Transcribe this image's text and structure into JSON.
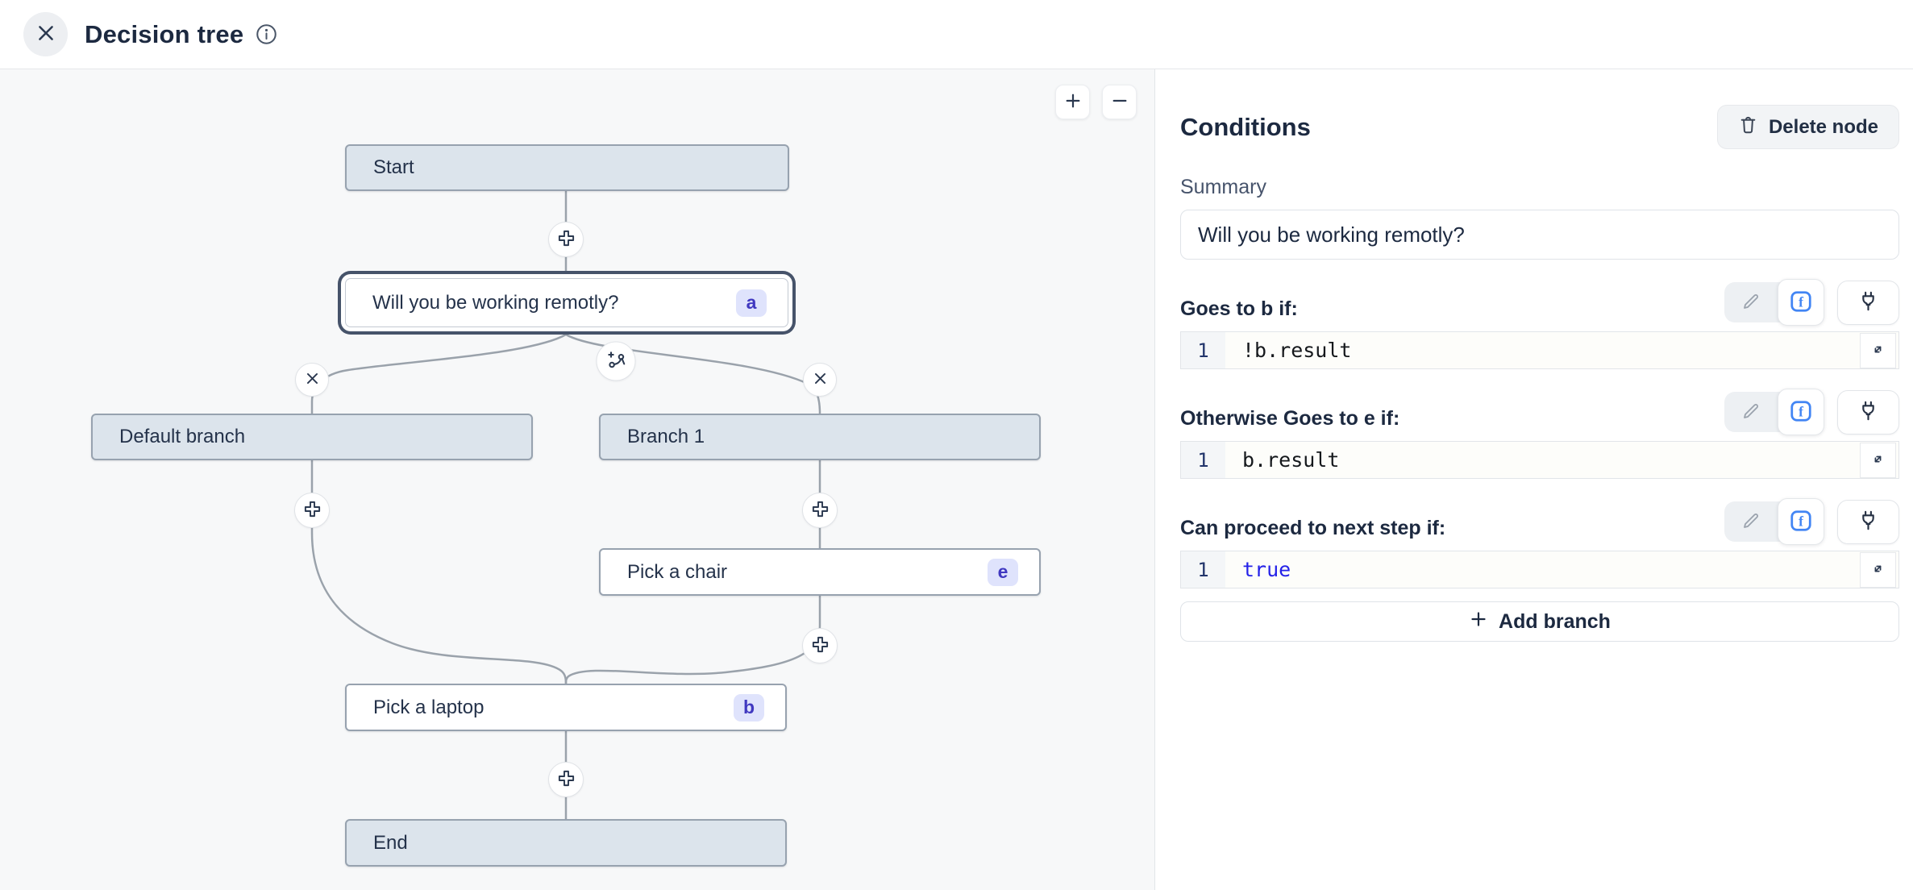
{
  "header": {
    "title": "Decision tree"
  },
  "canvas": {
    "nodes": [
      {
        "id": "start",
        "label": "Start"
      },
      {
        "id": "decision",
        "label": "Will you be working remotly?",
        "badge": "a"
      },
      {
        "id": "default-branch",
        "label": "Default branch"
      },
      {
        "id": "branch-1",
        "label": "Branch 1"
      },
      {
        "id": "pick-chair",
        "label": "Pick a chair",
        "badge": "e"
      },
      {
        "id": "pick-laptop",
        "label": "Pick a laptop",
        "badge": "b"
      },
      {
        "id": "end",
        "label": "End"
      }
    ]
  },
  "panel": {
    "title": "Conditions",
    "delete_label": "Delete node",
    "summary_label": "Summary",
    "summary_value": "Will you be working remotly?",
    "conditions": [
      {
        "label": "Goes to b if:",
        "line_number": "1",
        "code": "!b.result"
      },
      {
        "label": "Otherwise Goes to e if:",
        "line_number": "1",
        "code": "b.result"
      },
      {
        "label": "Can proceed to next step if:",
        "line_number": "1",
        "code": "true"
      }
    ],
    "add_branch_label": "Add branch"
  },
  "colors": {
    "accent_blue": "#4285f4",
    "keyword_blue": "#2522e8",
    "badge_bg": "#dfe3fc",
    "badge_text": "#4038c0",
    "node_fill": "#dce4ec",
    "selected_ring": "#46536a",
    "edge": "#9aa2ab"
  }
}
